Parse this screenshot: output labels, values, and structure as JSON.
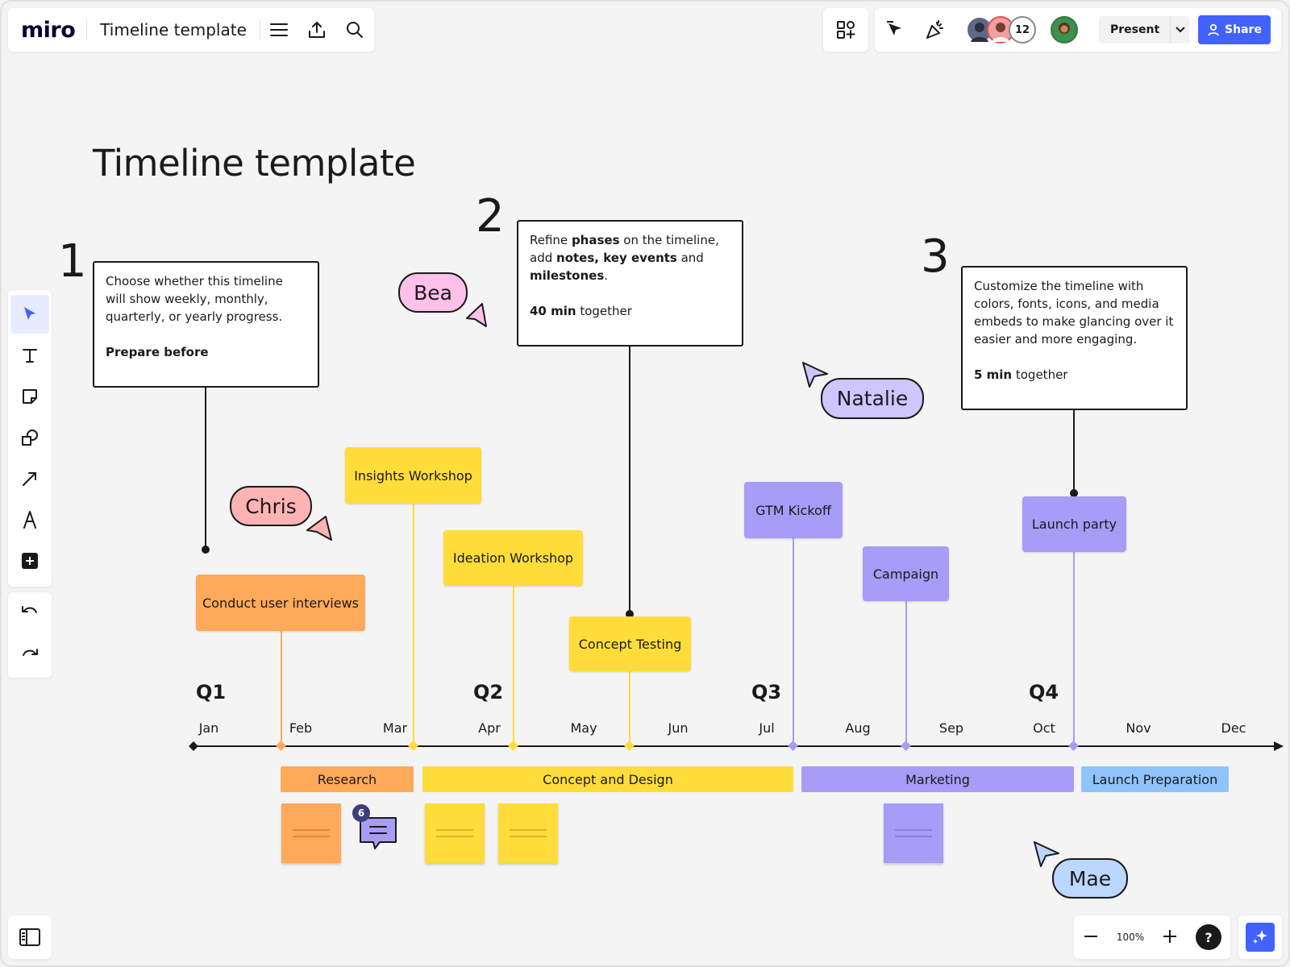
{
  "app": {
    "logo": "miro",
    "board_title": "Timeline template"
  },
  "toolbar_top_right": {
    "participant_count": "12",
    "present_label": "Present",
    "share_label": "Share"
  },
  "zoom": {
    "level": "100%"
  },
  "help": {
    "label": "?"
  },
  "canvas": {
    "heading": "Timeline template",
    "steps": [
      {
        "number": "1",
        "text": "Choose whether this timeline will show weekly, monthly, quarterly, or yearly progress.",
        "footer_bold": "Prepare before",
        "footer_rest": ""
      },
      {
        "number": "2",
        "t1": "Refine ",
        "b1": "phases",
        "t2": " on the timeline, add ",
        "b2": "notes, key events",
        "t3": " and ",
        "b3": "milestones",
        "t4": ".",
        "footer_bold": "40 min",
        "footer_rest": " together"
      },
      {
        "number": "3",
        "text": "Customize the timeline with colors, fonts, icons, and media embeds to make glancing over it easier and more engaging.",
        "footer_bold": "5 min",
        "footer_rest": " together"
      }
    ],
    "cursors": {
      "bea": "Bea",
      "chris": "Chris",
      "natalie": "Natalie",
      "mae": "Mae"
    },
    "events": {
      "user_interviews": "Conduct user interviews",
      "insights_workshop": "Insights Workshop",
      "ideation_workshop": "Ideation Workshop",
      "concept_testing": "Concept Testing",
      "gtm_kickoff": "GTM Kickoff",
      "campaign": "Campaign",
      "launch_party": "Launch party"
    },
    "quarters": [
      "Q1",
      "Q2",
      "Q3",
      "Q4"
    ],
    "months": [
      "Jan",
      "Feb",
      "Mar",
      "Apr",
      "May",
      "Jun",
      "Jul",
      "Aug",
      "Sep",
      "Oct",
      "Nov",
      "Dec"
    ],
    "phases": {
      "research": "Research",
      "concept_design": "Concept and Design",
      "marketing": "Marketing",
      "launch_prep": "Launch Preparation"
    },
    "comment_count": "6"
  },
  "colors": {
    "orange": "#ffa95a",
    "yellow": "#ffdc3a",
    "purple": "#a79cf6",
    "blue": "#8fc3fb",
    "pink_label": "#ffc1ea",
    "coral_label": "#ffb3b3",
    "lilac_label": "#cfc6ff",
    "sky_label": "#bcd7ff",
    "accent": "#4262ff"
  }
}
